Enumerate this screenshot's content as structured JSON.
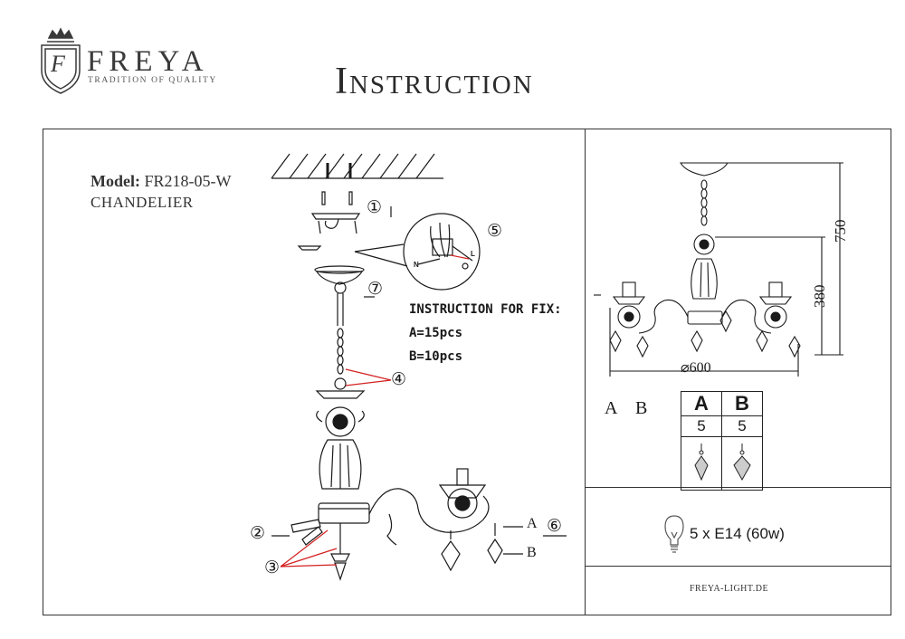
{
  "brand": {
    "name": "FREYA",
    "tagline": "TRADITION OF QUALITY",
    "logo_letter": "F"
  },
  "title": "Instruction",
  "model": {
    "label": "Model:",
    "code": "FR218-05-W",
    "type": "CHANDELIER"
  },
  "fix": {
    "title": "INSTRUCTION FOR FIX:",
    "a": "A=15pcs",
    "b": "B=10pcs"
  },
  "steps": [
    "①",
    "②",
    "③",
    "④",
    "⑤",
    "⑥",
    "⑦"
  ],
  "letters": {
    "a": "A",
    "b": "B"
  },
  "wiring": {
    "n": "N",
    "l": "L"
  },
  "dimensions": {
    "height": "750",
    "body": "380",
    "diameter": "⌀600"
  },
  "parts_table": {
    "headers": [
      "A",
      "B"
    ],
    "counts": [
      "5",
      "5"
    ]
  },
  "bulb": {
    "spec": "5 x E14 (60w)",
    "icon": "bulb-icon"
  },
  "website": "FREYA-LIGHT.DE",
  "colors": {
    "line": "#1a1a1a",
    "arrow": "#d42020"
  }
}
